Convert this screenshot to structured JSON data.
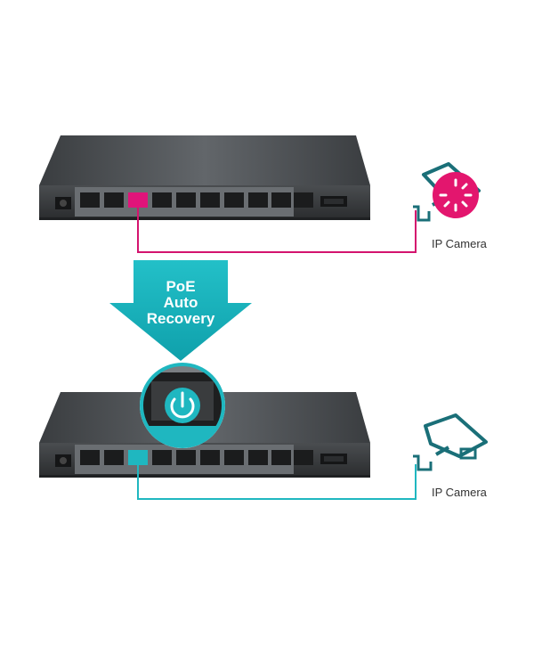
{
  "diagram": {
    "top_scene": {
      "camera_label": "IP Camera",
      "link_color": "#d4146e",
      "status": "fault"
    },
    "bottom_scene": {
      "camera_label": "IP Camera",
      "link_color": "#1fb7c0",
      "status": "recovered"
    },
    "arrow": {
      "line1": "PoE",
      "line2": "Auto",
      "line3": "Recovery",
      "color": "#1fb7c0"
    },
    "icons": [
      "power-jack-icon",
      "rj45-port-icon",
      "sfp-port-icon",
      "camera-icon",
      "loading-spinner-icon",
      "recovery-power-icon"
    ]
  }
}
